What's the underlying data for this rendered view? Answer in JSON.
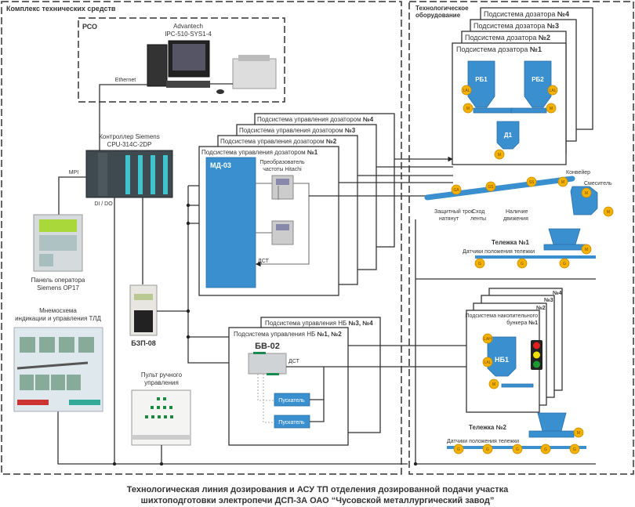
{
  "left_panel": {
    "title": "Комплекс технических средств",
    "rso": {
      "title": "РСО",
      "computer_label_1": "Advantech",
      "computer_label_2": "IPC-510-SYS1-4",
      "ethernet": "Ethernet"
    },
    "controller_label_1": "Контроллер Siemens",
    "controller_label_2": "CPU-314C-2DP",
    "mpi": "MPI",
    "dido": "DI / DO",
    "operator_panel_1": "Панель оператора",
    "operator_panel_2": "Siemens OP17",
    "mnemo_1": "Мнемосхема",
    "mnemo_2": "индикации и управления ТЛД",
    "bzp": "БЗП-08",
    "manual_1": "Пульт ручного",
    "manual_2": "управления",
    "control_subsystems": [
      {
        "prefix": "Подсистема управления дозатором ",
        "num": "№1"
      },
      {
        "prefix": "Подсистема управления дозатором ",
        "num": "№2"
      },
      {
        "prefix": "Подсистема управления дозатором ",
        "num": "№3"
      },
      {
        "prefix": "Подсистема управления дозатором ",
        "num": "№4"
      }
    ],
    "md03": "МД-03",
    "inverter_1": "Преобразователь",
    "inverter_2": "частоты Hitachi",
    "dst": "ДСТ",
    "nb_subsystems": [
      {
        "prefix": "Подсистема управления НБ ",
        "num": "№1, №2"
      },
      {
        "prefix": "Подсистема управления НБ ",
        "num": "№3, №4"
      }
    ],
    "bv02": "БВ-02",
    "dst2": "ДСТ",
    "starter": "Пускатель"
  },
  "right_panel": {
    "title_1": "Технологическое",
    "title_2": "оборудование",
    "doser_subsystems": [
      {
        "prefix": "Подсистема дозатора ",
        "num": "№1"
      },
      {
        "prefix": "Подсистема дозатора ",
        "num": "№2"
      },
      {
        "prefix": "Подсистема дозатора ",
        "num": "№3"
      },
      {
        "prefix": "Подсистема дозатора ",
        "num": "№4"
      }
    ],
    "rb1": "РБ1",
    "rb2": "РБ2",
    "d1": "Д1",
    "conveyor": "Конвейер",
    "mixer": "Смеситель",
    "rope_1": "Защитный трос",
    "rope_2": "натянут",
    "belt_1": "Сход",
    "belt_2": "ленты",
    "motion_1": "Наличие",
    "motion_2": "движения",
    "cart1": "Тележка №1",
    "cart2": "Тележка №2",
    "cart_sensors": "Датчики положения тележки",
    "nb_subsystem_1": "Подсистема накопительного",
    "nb_subsystem_2": "бункера ",
    "nb_num": "№1",
    "nb_stack": [
      "№2",
      "№3",
      "№4"
    ],
    "nb1": "НБ1",
    "traffic_light_colors": [
      "#e02020",
      "#f0e000",
      "#1a9a30"
    ]
  },
  "sensors": {
    "lal": "LAL",
    "lah": "LAH",
    "m": "M",
    "ga": "GA",
    "gs": "GS",
    "ss": "SS",
    "g": "G"
  },
  "caption_1": "Технологическая линия дозирования и АСУ ТП отделения дозированной подачи участка",
  "caption_2": "шихтоподготовки электропечи ДСП-3А ОАО “Чусовской металлургический завод”"
}
